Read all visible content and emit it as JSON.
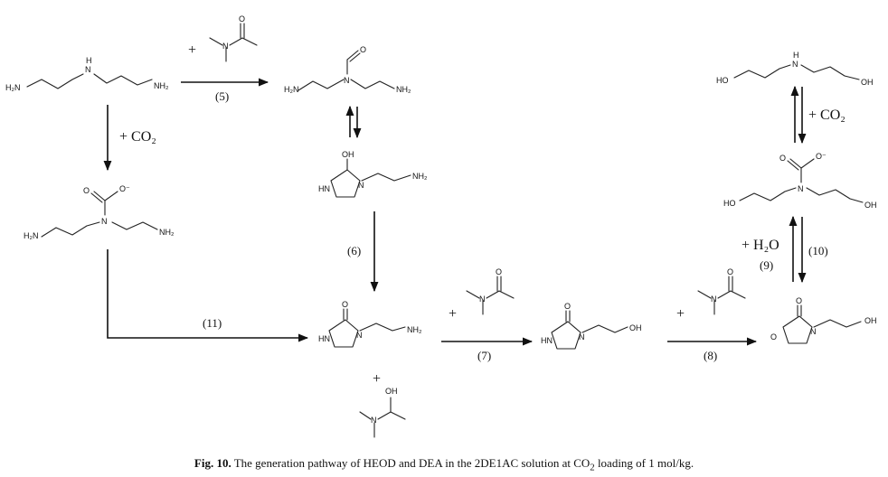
{
  "caption": {
    "label": "Fig. 10.",
    "text_before": "The generation pathway of HEOD and DEA in the 2DE1AC solution at CO",
    "sub": "2",
    "text_after": " loading of 1 mol/kg."
  },
  "atoms": {
    "N": "N",
    "H": "H",
    "O": "O",
    "O_minus": "O⁻",
    "OH": "OH",
    "HO": "HO",
    "HN": "HN",
    "H2N": "H₂N",
    "NH2": "NH₂"
  },
  "reagents": {
    "co2": "+ CO₂",
    "h2o": "+ H₂O",
    "plus": "+"
  },
  "reactions": {
    "r5": "(5)",
    "r6": "(6)",
    "r7": "(7)",
    "r8": "(8)",
    "r9": "(9)",
    "r10": "(10)",
    "r11": "(11)"
  }
}
